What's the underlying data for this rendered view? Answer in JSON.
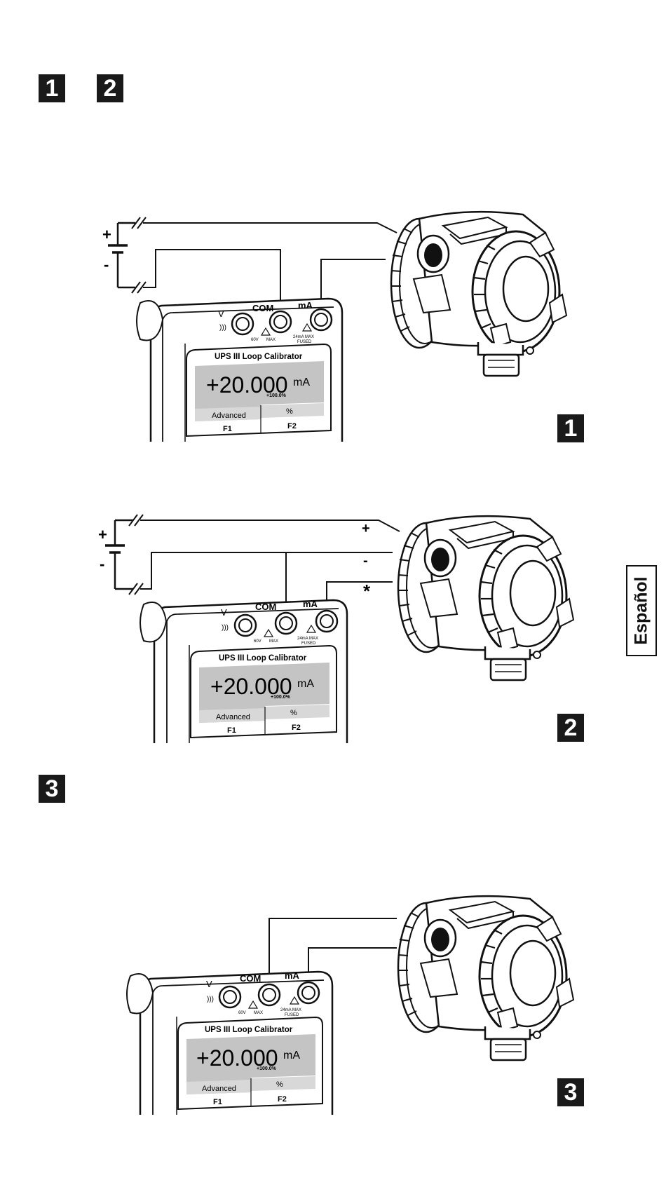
{
  "step_markers": {
    "header": [
      "1",
      "2"
    ],
    "diagram1": "1",
    "diagram2": "2",
    "header3": "3",
    "diagram3": "3"
  },
  "language_tab": "Español",
  "calibrator": {
    "jack_v": "V",
    "jack_com": "COM",
    "jack_ma": "mA",
    "rating_com": "60V",
    "rating_max": "MAX",
    "rating_ma": "24mA MAX",
    "rating_fused": "FUSED",
    "model": "UPS III  Loop Calibrator",
    "reading": "+20.000",
    "unit": "mA",
    "percent": "+100.0%",
    "softkey1": "Advanced",
    "softkey2": "%",
    "fkey1": "F1",
    "fkey2": "F2"
  },
  "polarity": {
    "plus": "+",
    "minus": "-",
    "star": "*"
  }
}
